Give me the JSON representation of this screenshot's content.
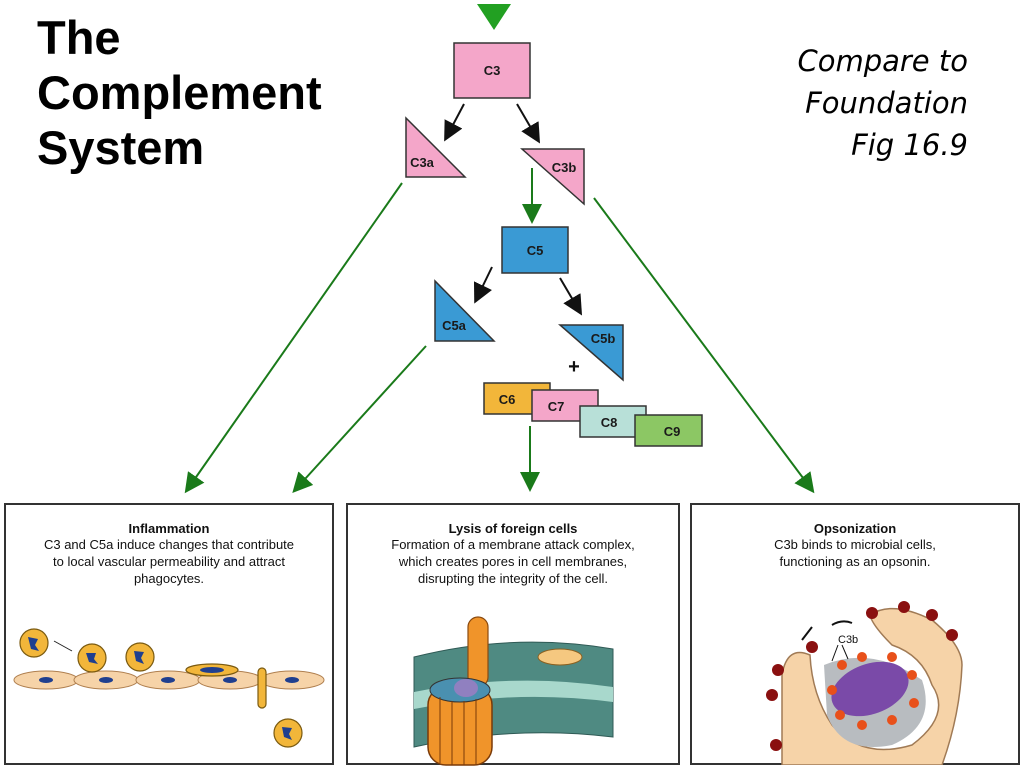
{
  "title": {
    "lines": [
      "The",
      "Complement",
      "System"
    ]
  },
  "note": {
    "lines": [
      "Compare to",
      "Foundation",
      "Fig 16.9"
    ]
  },
  "nodes": {
    "c3": "C3",
    "c3a": "C3a",
    "c3b": "C3b",
    "c5": "C5",
    "c5a": "C5a",
    "c5b": "C5b",
    "plus": "+",
    "c6": "C6",
    "c7": "C7",
    "c8": "C8",
    "c9": "C9"
  },
  "colors": {
    "c3_family": "#f4a6c9",
    "c5_family": "#3a9ad4",
    "c6": "#f2b63a",
    "c7": "#f4a6c9",
    "c8": "#b8e0d8",
    "c9": "#8cc764",
    "flow_arrow": "#1a7a1a",
    "cleave_arrow": "#111111"
  },
  "panels": [
    {
      "heading": "Inflammation",
      "lines": [
        "C3 and C5a induce changes that contribute",
        "to local vascular permeability and attract",
        "phagocytes."
      ]
    },
    {
      "heading": "Lysis of foreign cells",
      "lines": [
        "Formation of a membrane attack complex,",
        "which creates pores in cell membranes,",
        "disrupting the integrity of the cell."
      ]
    },
    {
      "heading": "Opsonization",
      "lines": [
        "C3b binds to microbial cells,",
        "functioning as an opsonin."
      ],
      "illustration_label": "C3b"
    }
  ]
}
